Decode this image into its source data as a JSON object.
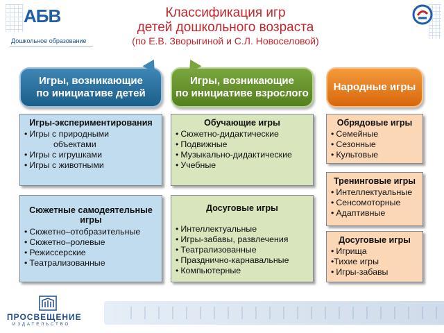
{
  "header": {
    "logo_mark": "АБВ",
    "logo_subtitle": "Дошкольное образование",
    "title_line1": "Классификация игр",
    "title_line2": "детей дошкольного возраста",
    "title_line3": "(по Е.В. Зворыгиной и С.Л. Новоселовой)"
  },
  "columns": [
    {
      "header_line1": "Игры, возникающие",
      "header_line2": "по инициативе детей",
      "boxes": [
        {
          "title": "Игры-экспериментирования",
          "items": [
            "Игры с природными",
            "объектами",
            "Игры с игрушками",
            "Игры с животными"
          ]
        },
        {
          "title_line1": "Сюжетные самодеятельные",
          "title_line2": "игры",
          "items": [
            "Сюжетно–отобразительные",
            "Сюжетно–ролевые",
            "Режиссерские",
            "Театрализованные"
          ]
        }
      ]
    },
    {
      "header_line1": "Игры, возникающие",
      "header_line2": "по инициативе взрослого",
      "boxes": [
        {
          "title": "Обучающие игры",
          "items": [
            "Сюжетно-дидактические",
            "Подвижные",
            "Музыкально-дидактические",
            "Учебные"
          ]
        },
        {
          "title": "Досуговые игры",
          "items": [
            "Интеллектуальные",
            "Игры-забавы, развлечения",
            "Театрализованные",
            "Празднично-карнавальные",
            "Компьютерные"
          ]
        }
      ]
    },
    {
      "header": "Народные игры",
      "boxes": [
        {
          "title": "Обрядовые игры",
          "items": [
            "Семейные",
            "Сезонные",
            "Культовые"
          ]
        },
        {
          "title": "Тренинговые игры",
          "items": [
            "Интеллектуальные",
            "Сенсомоторные",
            "Адаптивные"
          ]
        },
        {
          "title": "Досуговые игры",
          "items": [
            "Игрища",
            "Тихие игры",
            "Игры-забавы"
          ]
        }
      ]
    }
  ],
  "footer": {
    "publisher_name": "ПРОСВЕЩЕНИЕ",
    "publisher_sub": "ИЗДАТЕЛЬСТВО"
  },
  "colors": {
    "title": "#c0272d",
    "blue": "#1b5e8a",
    "green": "#54811f",
    "orange": "#d9670c"
  }
}
